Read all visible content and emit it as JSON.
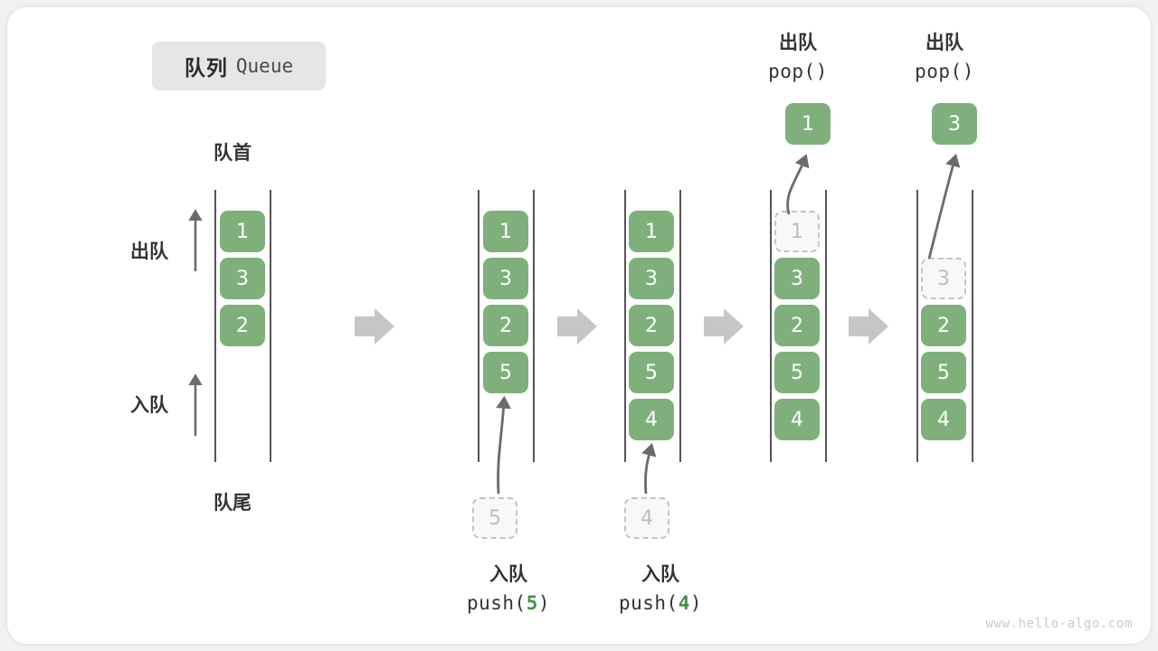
{
  "title": {
    "cn": "队列",
    "en": "Queue"
  },
  "labels": {
    "front": "队首",
    "rear": "队尾",
    "dequeue": "出队",
    "enqueue": "入队"
  },
  "watermark": "www.hello-algo.com",
  "colors": {
    "box_fill": "#7fb07c",
    "box_text": "#ffffff",
    "ghost_border": "#c4c4c4",
    "ghost_text": "#bdbdbd",
    "rail": "#555555",
    "arrow": "#6b6b6b",
    "step_arrow": "#c6c6c6",
    "accent_green": "#4a8f47",
    "badge_bg": "#e6e6e6",
    "card_bg": "#ffffff",
    "page_bg": "#f2f2f2"
  },
  "columns": [
    {
      "id": "col-initial",
      "items": [
        {
          "value": "1",
          "state": "filled"
        },
        {
          "value": "3",
          "state": "filled"
        },
        {
          "value": "2",
          "state": "filled"
        }
      ]
    },
    {
      "id": "col-push-5",
      "items": [
        {
          "value": "1",
          "state": "filled"
        },
        {
          "value": "3",
          "state": "filled"
        },
        {
          "value": "2",
          "state": "filled"
        },
        {
          "value": "5",
          "state": "filled"
        }
      ],
      "incoming": {
        "value": "5",
        "state": "ghost"
      },
      "caption": {
        "cn": "入队",
        "code_prefix": "push(",
        "arg": "5",
        "code_suffix": ")"
      }
    },
    {
      "id": "col-push-4",
      "items": [
        {
          "value": "1",
          "state": "filled"
        },
        {
          "value": "3",
          "state": "filled"
        },
        {
          "value": "2",
          "state": "filled"
        },
        {
          "value": "5",
          "state": "filled"
        },
        {
          "value": "4",
          "state": "filled"
        }
      ],
      "incoming": {
        "value": "4",
        "state": "ghost"
      },
      "caption": {
        "cn": "入队",
        "code_prefix": "push(",
        "arg": "4",
        "code_suffix": ")"
      }
    },
    {
      "id": "col-pop-1",
      "items": [
        {
          "value": "1",
          "state": "ghost"
        },
        {
          "value": "3",
          "state": "filled"
        },
        {
          "value": "2",
          "state": "filled"
        },
        {
          "value": "5",
          "state": "filled"
        },
        {
          "value": "4",
          "state": "filled"
        }
      ],
      "outgoing": {
        "value": "1",
        "state": "filled"
      },
      "caption": {
        "cn": "出队",
        "code_prefix": "pop(",
        "arg": "",
        "code_suffix": ")"
      }
    },
    {
      "id": "col-pop-3",
      "items": [
        {
          "value": "3",
          "state": "ghost",
          "slot": 1
        },
        {
          "value": "2",
          "state": "filled",
          "slot": 2
        },
        {
          "value": "5",
          "state": "filled",
          "slot": 3
        },
        {
          "value": "4",
          "state": "filled",
          "slot": 4
        }
      ],
      "outgoing": {
        "value": "3",
        "state": "filled"
      },
      "caption": {
        "cn": "出队",
        "code_prefix": "pop(",
        "arg": "",
        "code_suffix": ")"
      }
    }
  ]
}
